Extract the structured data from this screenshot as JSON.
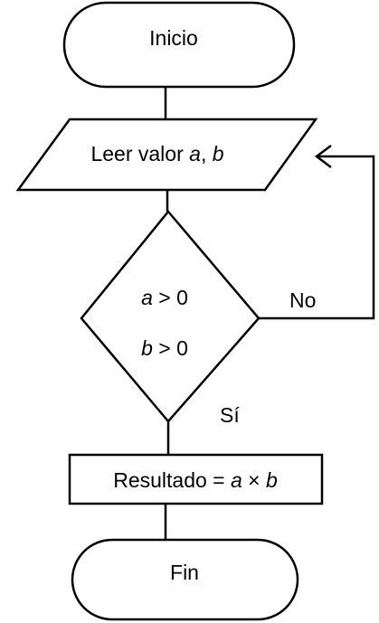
{
  "nodes": {
    "start": {
      "text": "Inicio"
    },
    "input": {
      "text": "Leer valor ",
      "var_a": "a",
      "sep": ", ",
      "var_b": "b"
    },
    "decision": {
      "cond1_var": "a",
      "cond1_op": " > 0",
      "cond2_var": "b",
      "cond2_op": " > 0"
    },
    "process": {
      "text": "Resultado = ",
      "var_a": "a",
      "op": " × ",
      "var_b": "b"
    },
    "end": {
      "text": "Fin"
    }
  },
  "edges": {
    "no_label": "No",
    "yes_label": "Sí"
  }
}
